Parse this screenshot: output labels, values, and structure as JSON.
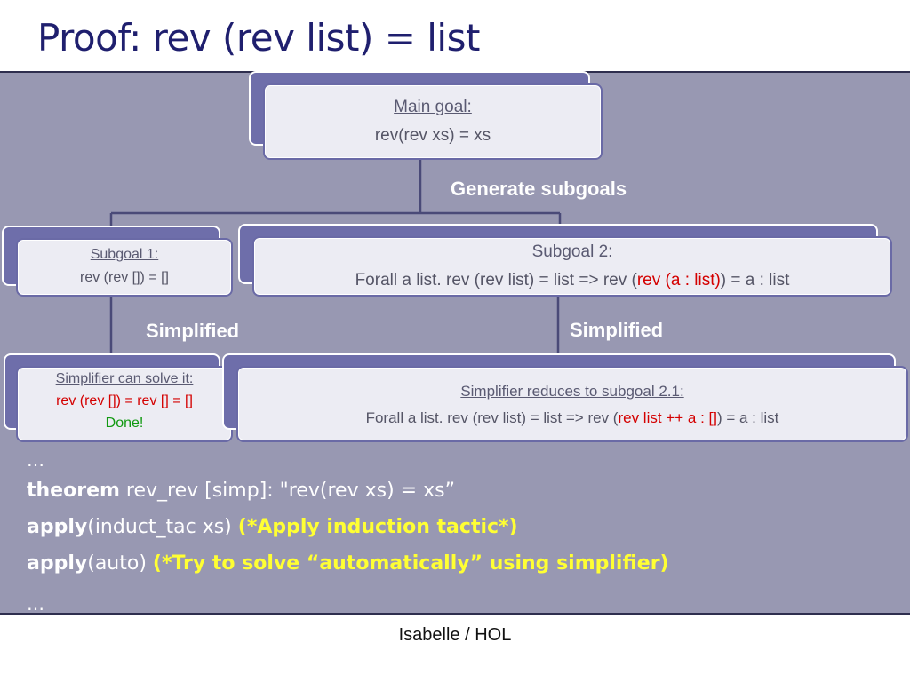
{
  "title": "Proof: rev (rev list) = list",
  "main_goal": {
    "head": "Main goal:",
    "text": "rev(rev xs) = xs"
  },
  "generate_label": "Generate subgoals",
  "subgoal1": {
    "head": "Subgoal 1:",
    "text": "rev (rev []) = []"
  },
  "subgoal2": {
    "head": "Subgoal 2:",
    "text_before": "Forall a list. rev (rev list) = list => rev (",
    "text_red": "rev (a : list)",
    "text_after": ") = a : list"
  },
  "simplified_left": "Simplified",
  "simplified_right": "Simplified",
  "solve_box": {
    "head": "Simplifier can solve it:",
    "text_red": "rev (rev []) = rev [] = []",
    "done": "Done!"
  },
  "reduce_box": {
    "head": "Simplifier reduces to subgoal 2.1:",
    "text_before": "Forall a list. rev (rev list) = list => rev (",
    "text_red": "rev list ++ a : []",
    "text_after": ") = a : list"
  },
  "code": {
    "ellipsis_top": "…",
    "line1_kw": "theorem",
    "line1_rest": " rev_rev [simp]: \"rev(rev xs) = xs”",
    "line2_kw": "apply",
    "line2_rest": "(induct_tac xs) ",
    "line2_comment": "(*Apply induction tactic*)",
    "line3_kw": "apply",
    "line3_rest": "(auto) ",
    "line3_comment": "(*Try to solve “automatically” using simplifier)",
    "ellipsis_bottom": "…"
  },
  "footer": "Isabelle / HOL",
  "colors": {
    "title": "#1f1f6e",
    "panel": "#9898b2",
    "box": "#ececf3",
    "highlight_red": "#d40000",
    "done_green": "#119911",
    "comment_yellow": "#ffff33"
  }
}
